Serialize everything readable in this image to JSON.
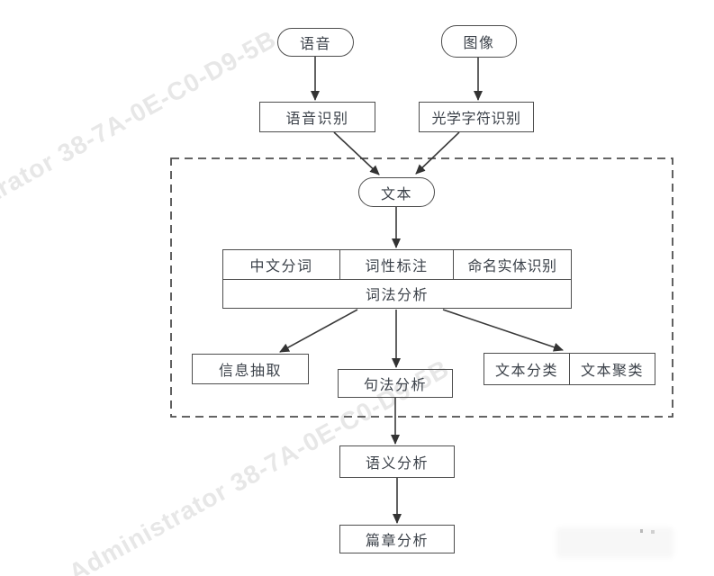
{
  "watermark": {
    "text": "Administrator 38-7A-0E-C0-D9-5B"
  },
  "colors": {
    "background": "#ffffff",
    "node_border": "#4d4d4d",
    "node_text": "#3c424a",
    "arrow": "#3a3a3a",
    "dashed_boundary": "#4f4f4f",
    "watermark": "#e7e7e7"
  },
  "nodes": {
    "speech": "语音",
    "image": "图像",
    "speech_recognition": "语音识别",
    "ocr": "光学字符识别",
    "text": "文本",
    "chinese_word_segmentation": "中文分词",
    "pos_tagging": "词性标注",
    "named_entity_recognition": "命名实体识别",
    "lexical_analysis": "词法分析",
    "information_extraction": "信息抽取",
    "syntactic_analysis": "句法分析",
    "text_classification": "文本分类",
    "text_clustering": "文本聚类",
    "semantic_analysis": "语义分析",
    "discourse_analysis": "篇章分析"
  }
}
